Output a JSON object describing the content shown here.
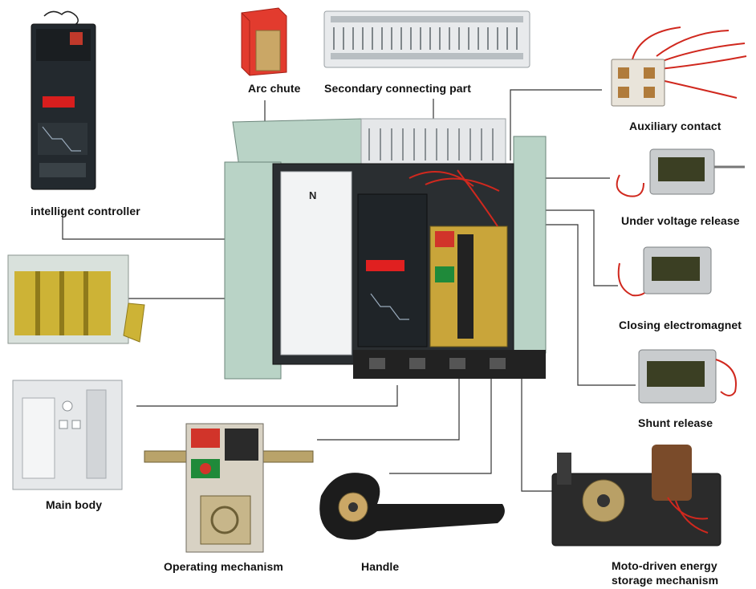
{
  "labels": {
    "arc_chute": "Arc chute",
    "secondary_connecting_part": "Secondary connecting part",
    "intelligent_controller": "intelligent controller",
    "auxiliary_contact": "Auxiliary contact",
    "under_voltage_release": "Under voltage release",
    "closing_electromagnet": "Closing electromagnet",
    "shunt_release": "Shunt release",
    "main_body": "Main body",
    "operating_mechanism": "Operating mechanism",
    "handle": "Handle",
    "moto_driven_line1": "Moto-driven energy",
    "moto_driven_line2": "storage mechanism"
  },
  "breaker_marking": "N",
  "colors": {
    "frame_green": "#b9d3c6",
    "controller_dark": "#1f2428",
    "display_red": "#e02020",
    "arc_chute_red": "#e23b2e",
    "copper_yellow": "#c9a53a",
    "leader_line": "#333333"
  }
}
